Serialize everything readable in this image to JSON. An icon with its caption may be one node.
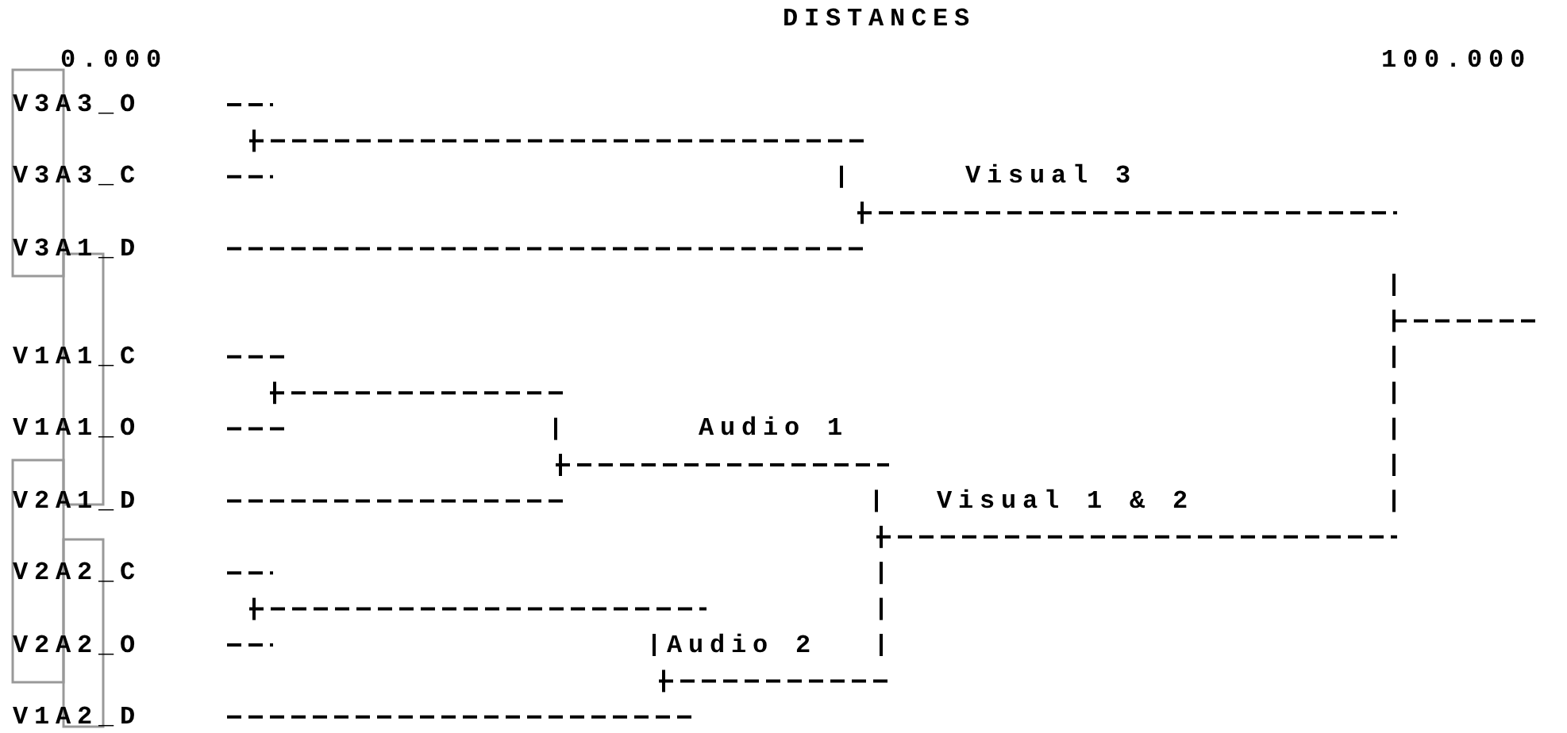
{
  "diagram": {
    "title": "DISTANCES",
    "nodes": [
      {
        "text": [],
        "shape": "box"
      },
      {
        "text": [],
        "shape": "box"
      },
      {
        "text": [],
        "shape": "box"
      },
      {
        "text": [],
        "shape": "box"
      }
    ],
    "labels": [
      "0.000",
      "100.000",
      "V3A3_O",
      "V3A3_C",
      "Visual 3",
      "V3A1_D",
      "V1A1_C",
      "V1A1_O",
      "Audio 1",
      "V2A1_D",
      "Visual 1 & 2",
      "V2A2_C",
      "V2A2_O",
      "Audio 2",
      "V1A2_D"
    ]
  }
}
